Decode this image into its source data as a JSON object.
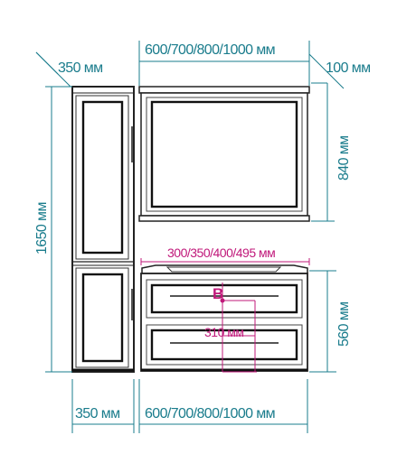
{
  "colors": {
    "dimension": "#1a7c8c",
    "accent": "#c0187a",
    "furniture_outline": "#222222"
  },
  "labels": {
    "column_depth": "350 мм",
    "mirror_width_top": "600/700/800/1000 мм",
    "mirror_depth": "100 мм",
    "column_height": "1650 мм",
    "mirror_height": "840 мм",
    "vanity_depth": "300/350/400/495 мм",
    "marker": "B",
    "siphon_offset": "310 мм",
    "vanity_height": "560 мм",
    "column_width_bottom": "350 мм",
    "vanity_width_bottom": "600/700/800/1000 мм"
  }
}
